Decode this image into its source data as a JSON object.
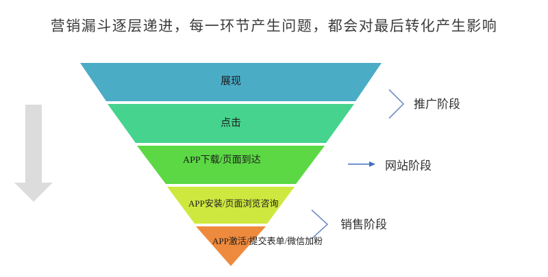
{
  "title": "营销漏斗逐层递进，每一环节产生问题，都会对最后转化产生影响",
  "funnel": {
    "layers": [
      {
        "label": "展现",
        "color": "#4BACC6"
      },
      {
        "label": "点击",
        "color": "#46D38D"
      },
      {
        "label": "APP下载/页面到达",
        "color": "#5BD843"
      },
      {
        "label": "APP安装/页面浏览咨询",
        "color": "#CFE83F"
      },
      {
        "label": "APP激活/提交表单/微信加粉",
        "color": "#EE8A3D"
      }
    ]
  },
  "stages": [
    {
      "label": "推广阶段",
      "marker": "chevron-right-icon"
    },
    {
      "label": "网站阶段",
      "marker": "arrow-right-icon"
    },
    {
      "label": "销售阶段",
      "marker": "chevron-right-icon"
    }
  ],
  "left_arrow": {
    "name": "down-arrow-icon",
    "color": "#DCDCDC"
  },
  "accent": {
    "stage_marker_color": "#6E8FC4",
    "title_color": "#3B3B3B"
  }
}
